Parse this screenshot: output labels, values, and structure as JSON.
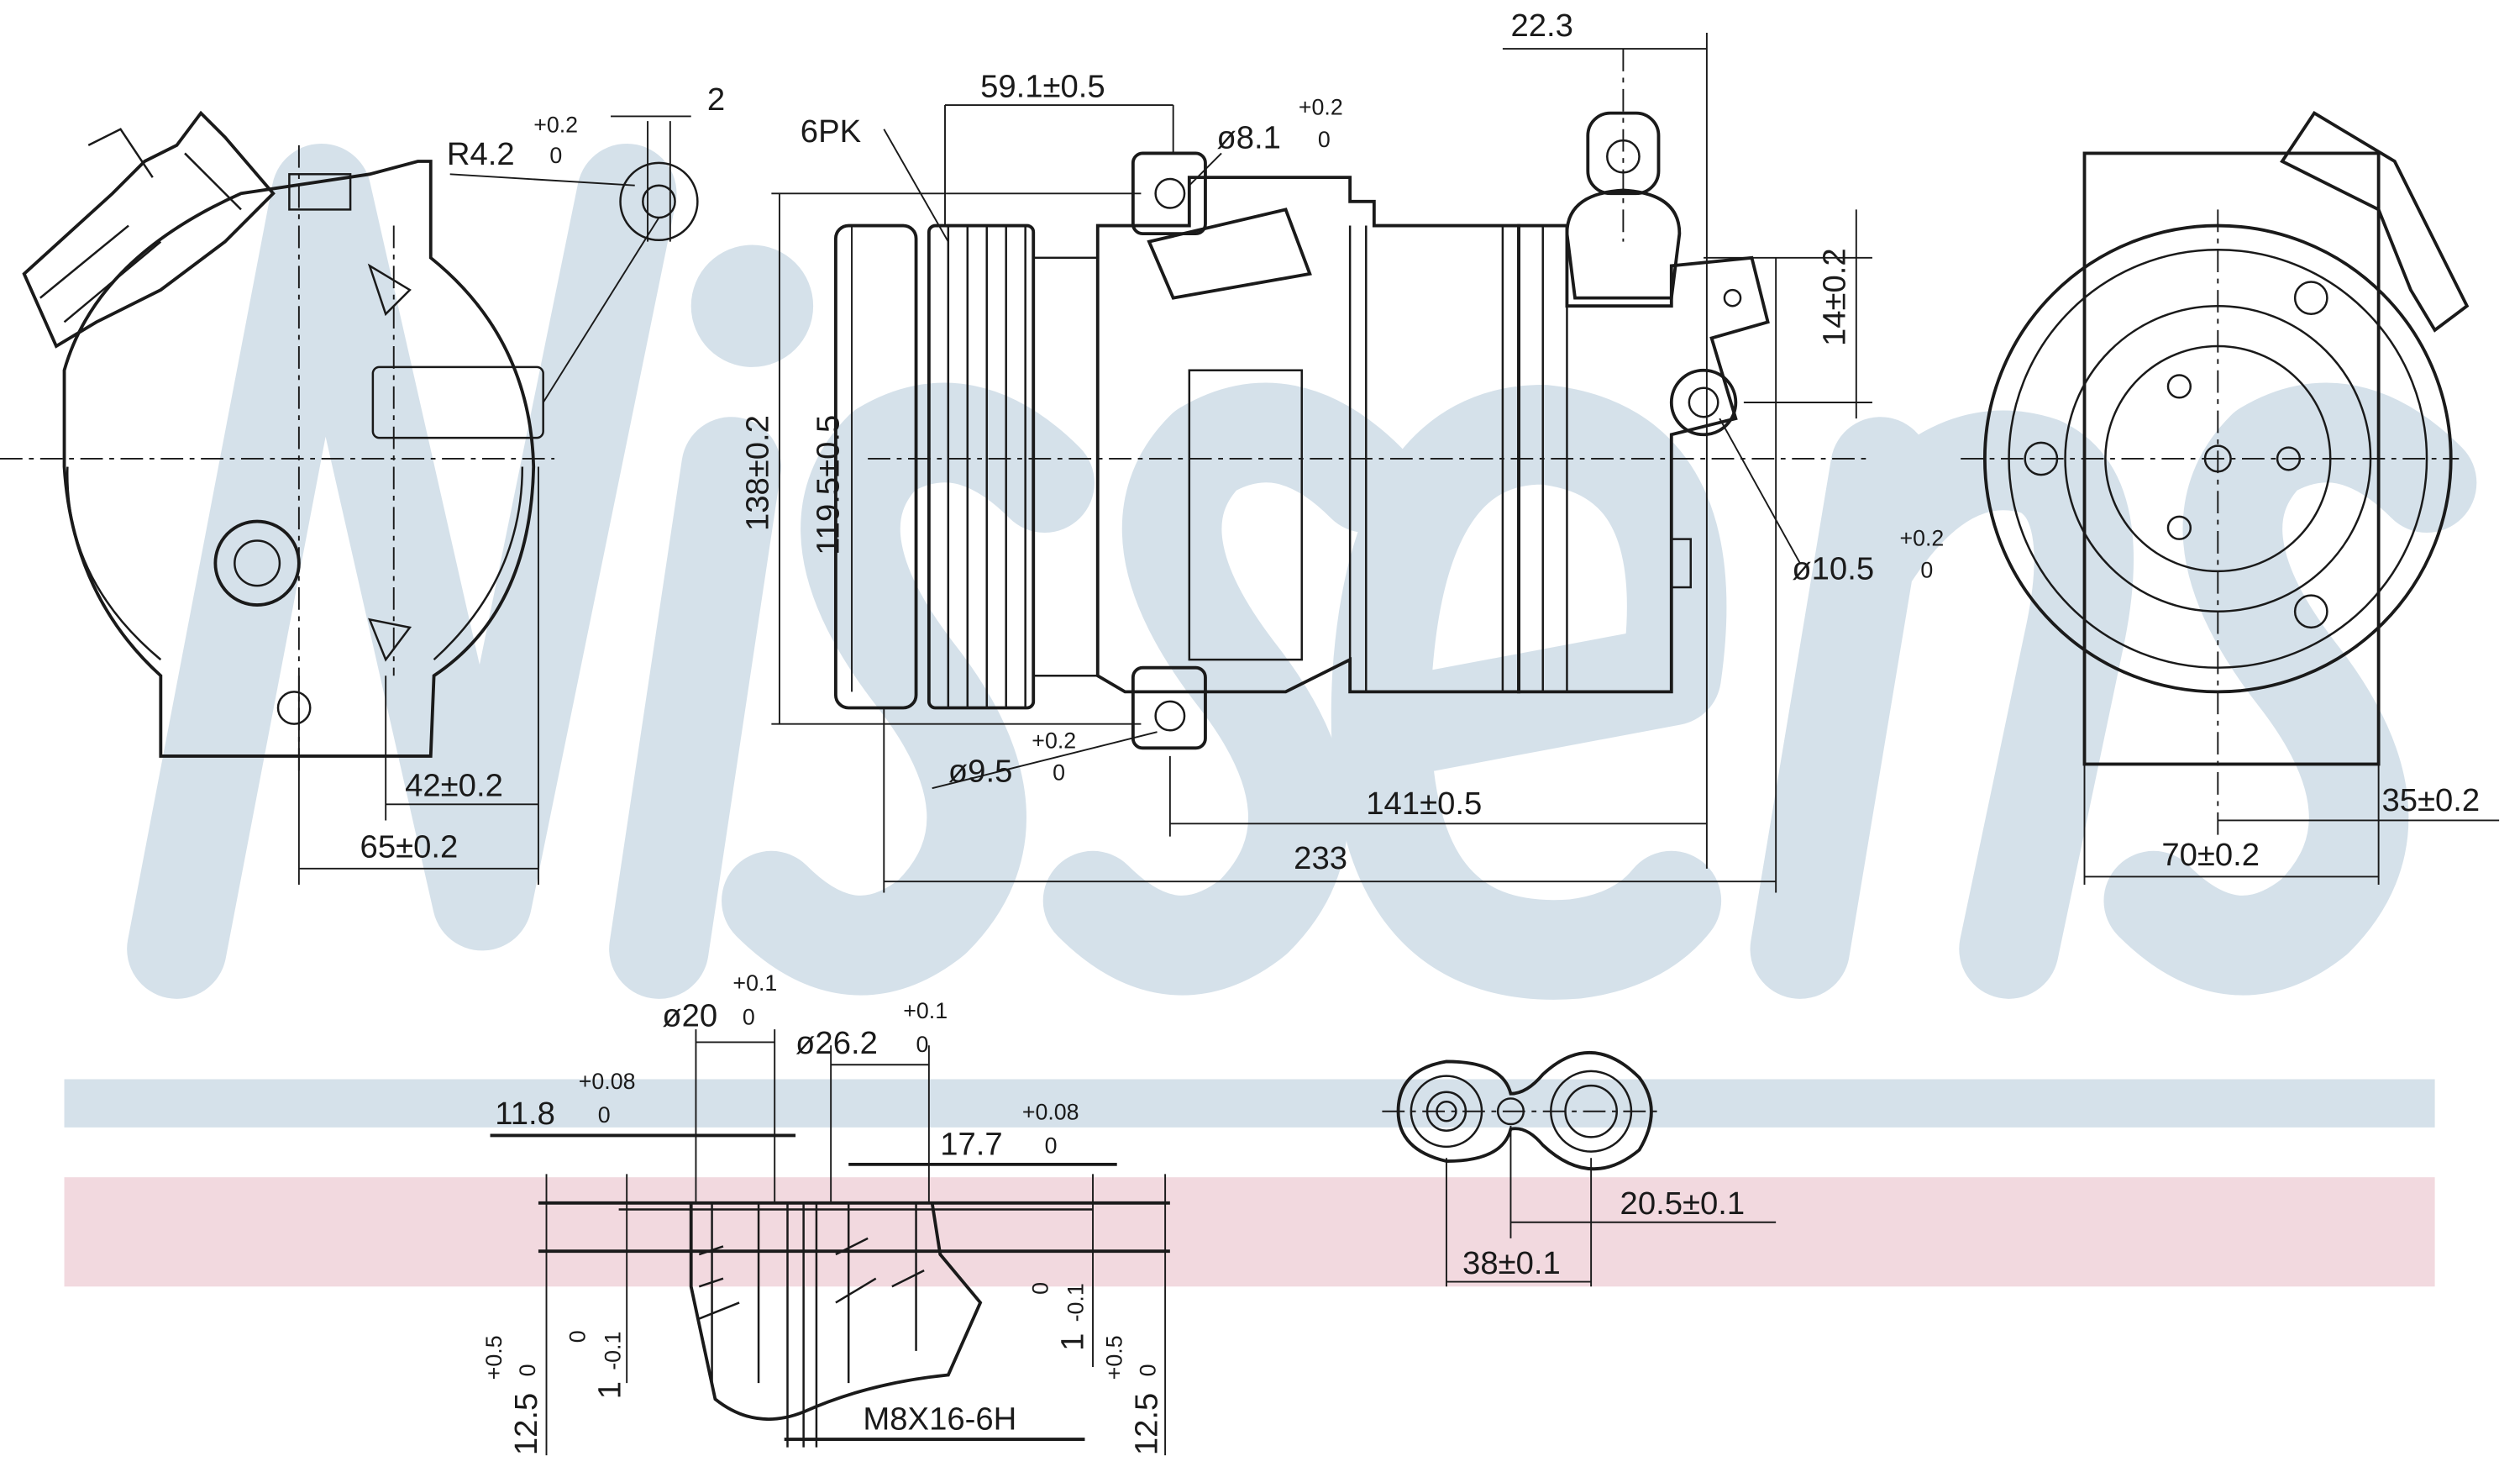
{
  "watermark": {
    "brand": "Nissens"
  },
  "colors": {
    "watermark": "#d5e1ea",
    "band_blue": "#d5e1ea",
    "band_pink": "#f2d9df",
    "line": "#1a1a1a"
  },
  "left_view": {
    "radius": {
      "value": "R4.2",
      "tol_upper": "+0.2",
      "tol_lower": "0"
    },
    "width_2": "2",
    "dim_42": "42±0.2",
    "dim_65": "65±0.2"
  },
  "side_view": {
    "pulley": "6PK",
    "dim_59_1": "59.1±0.5",
    "hole_8_1": {
      "value": "ø8.1",
      "tol_upper": "+0.2",
      "tol_lower": "0"
    },
    "dim_22_3": "22.3",
    "dim_14": "14±0.2",
    "dim_138": "138±0.2",
    "dim_119_5": "119.5±0.5",
    "hole_10_5": {
      "value": "ø10.5",
      "tol_upper": "+0.2",
      "tol_lower": "0"
    },
    "hole_9_5": {
      "value": "ø9.5",
      "tol_upper": "+0.2",
      "tol_lower": "0"
    },
    "dim_141": "141±0.5",
    "dim_233": "233"
  },
  "right_view": {
    "dim_35": "35±0.2",
    "dim_70": "70±0.2"
  },
  "port_section": {
    "dia_20": {
      "value": "ø20",
      "tol_upper": "+0.1",
      "tol_lower": "0"
    },
    "dia_26_2": {
      "value": "ø26.2",
      "tol_upper": "+0.1",
      "tol_lower": "0"
    },
    "dim_11_8": {
      "value": "11.8",
      "tol_upper": "+0.08",
      "tol_lower": "0"
    },
    "dim_17_7": {
      "value": "17.7",
      "tol_upper": "+0.08",
      "tol_lower": "0"
    },
    "depth_left": {
      "value": "12.5",
      "tol_upper": "+0.5",
      "tol_lower": "0"
    },
    "depth_right": {
      "value": "12.5",
      "tol_upper": "+0.5",
      "tol_lower": "0"
    },
    "step_left": {
      "value": "1",
      "tol_upper": "0",
      "tol_lower": "-0.1"
    },
    "step_right": {
      "value": "1",
      "tol_upper": "0",
      "tol_lower": "-0.1"
    },
    "thread": "M8X16-6H"
  },
  "port_plan": {
    "dim_20_5": "20.5±0.1",
    "dim_38": "38±0.1"
  }
}
